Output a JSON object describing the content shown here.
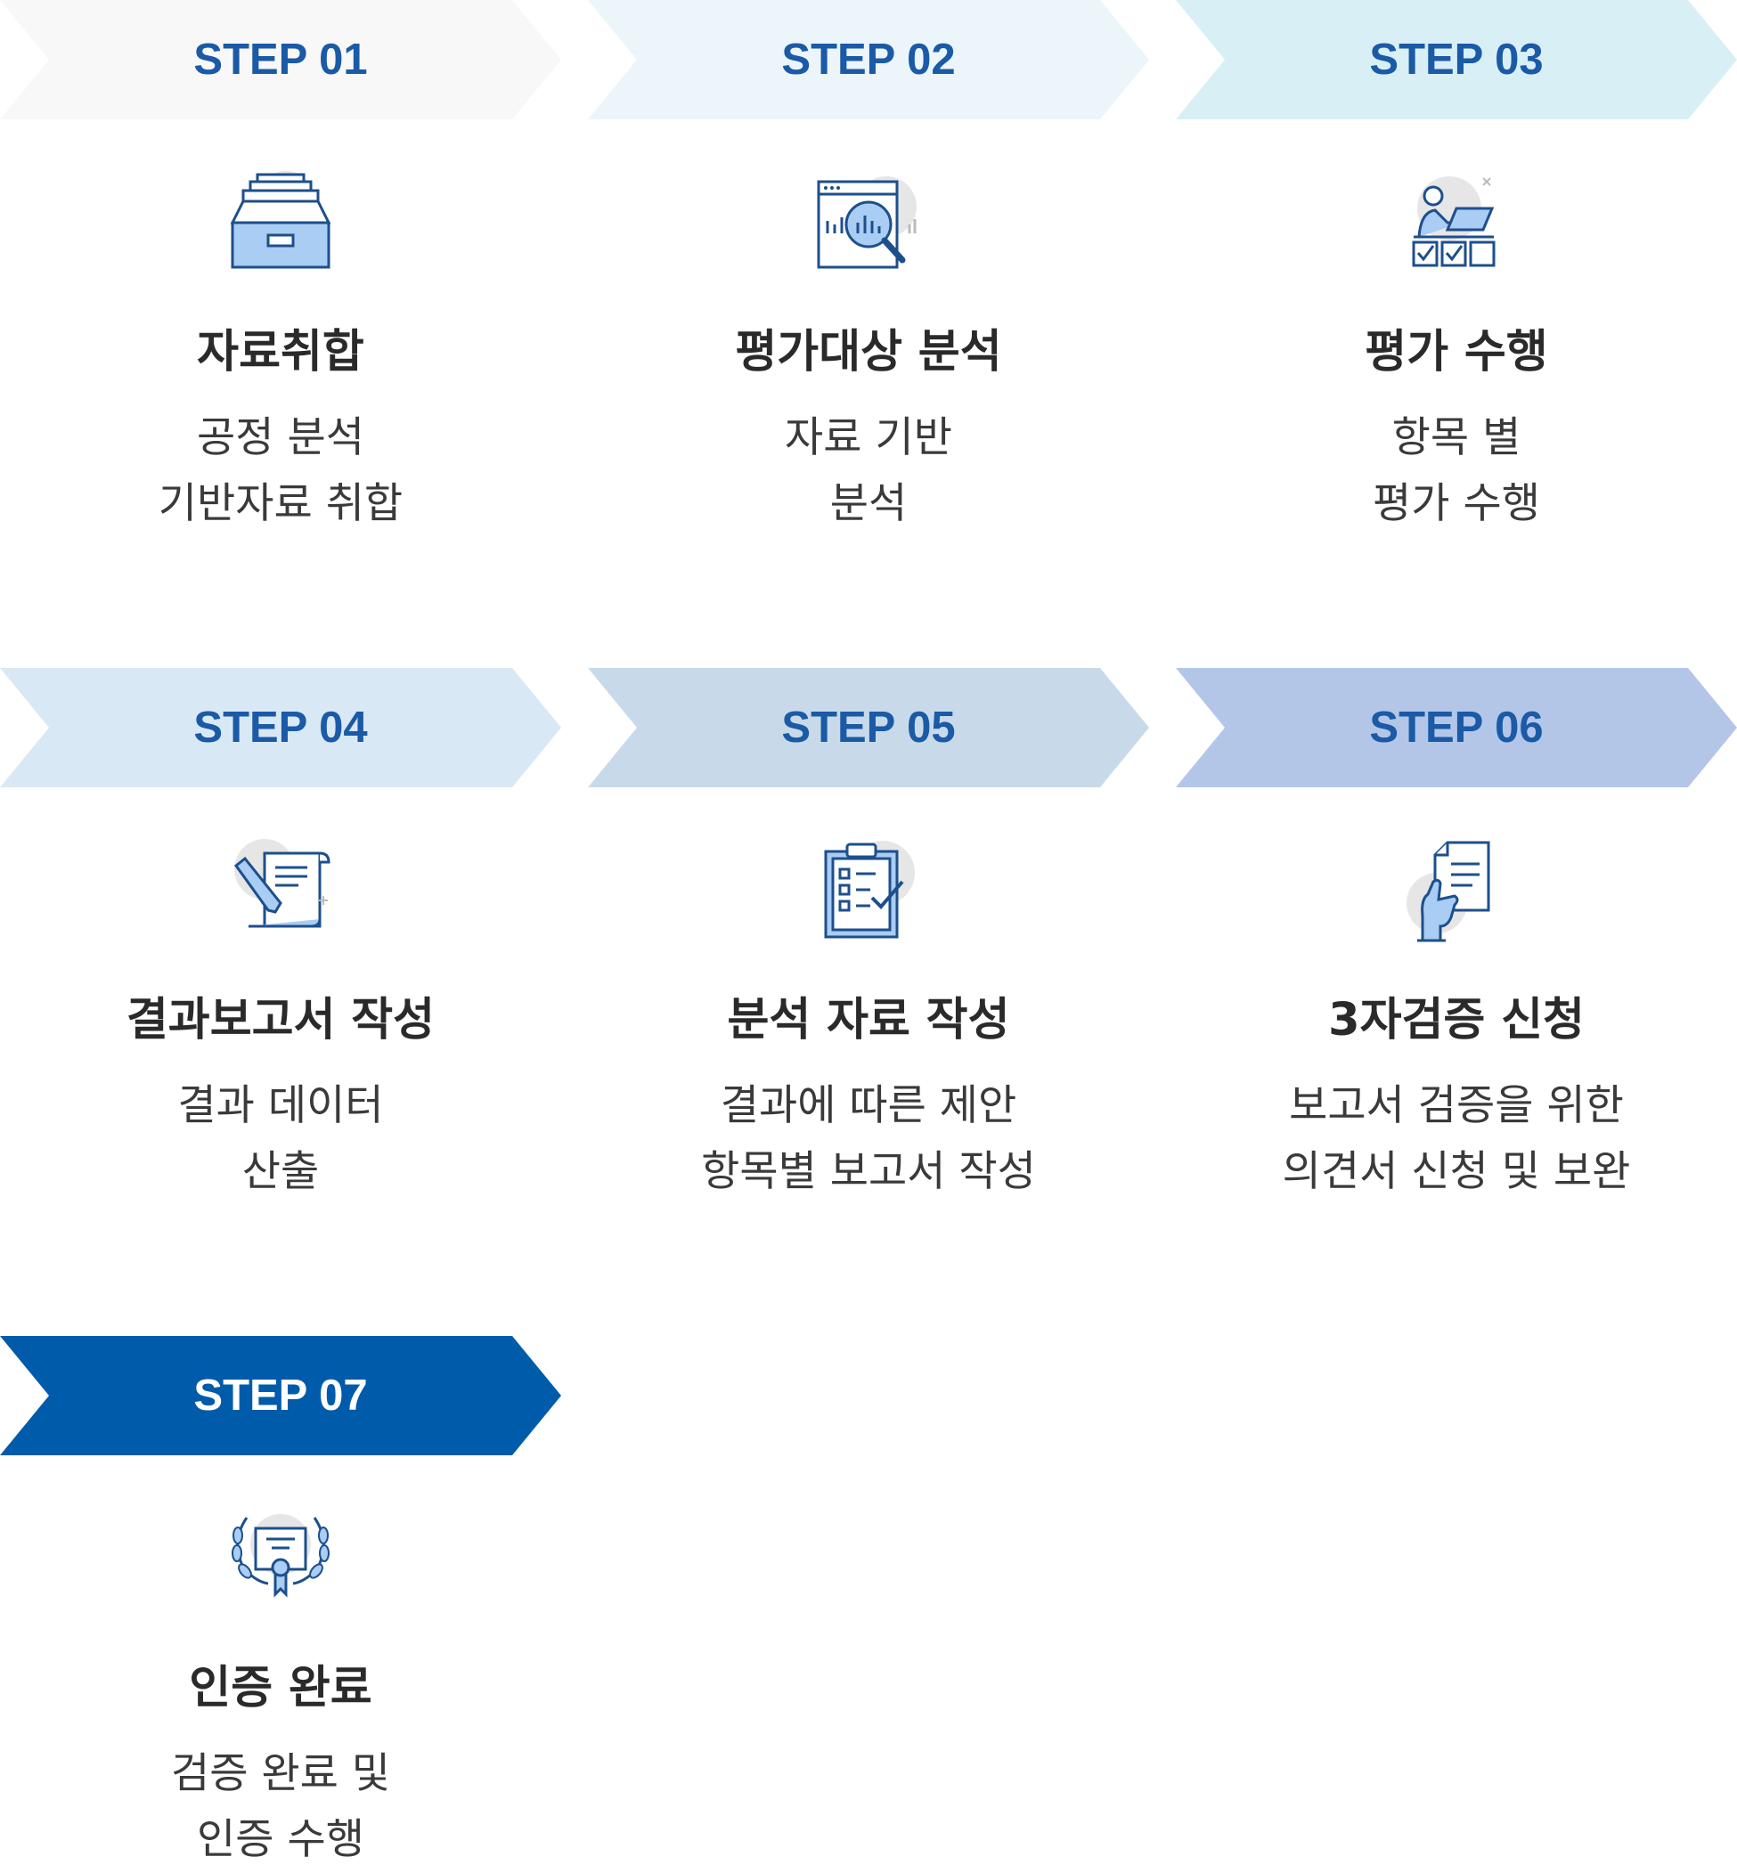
{
  "steps": [
    {
      "label": "STEP 01",
      "title": "자료취합",
      "lines": [
        "공정 분석",
        "기반자료 취합"
      ],
      "color": "#f8f8f8",
      "icon": "file-drawer-icon"
    },
    {
      "label": "STEP 02",
      "title": "평가대상 분석",
      "lines": [
        "자료 기반",
        "분석"
      ],
      "color": "#ecf5f9",
      "icon": "magnify-chart-icon"
    },
    {
      "label": "STEP 03",
      "title": "평가 수행",
      "lines": [
        "항목 별",
        "평가 수행"
      ],
      "color": "#d9eff6",
      "icon": "person-checklist-icon"
    },
    {
      "label": "STEP 04",
      "title": "결과보고서 작성",
      "lines": [
        "결과 데이터",
        "산출"
      ],
      "color": "#d9e8f5",
      "icon": "scroll-pen-icon"
    },
    {
      "label": "STEP 05",
      "title": "분석 자료 작성",
      "lines": [
        "결과에 따른 제안",
        "항목별 보고서 작성"
      ],
      "color": "#c8dae9",
      "icon": "clipboard-check-icon"
    },
    {
      "label": "STEP 06",
      "title": "3자검증 신청",
      "lines": [
        "보고서 검증을 위한",
        "의견서 신청 및 보완"
      ],
      "color": "#b3c6e8",
      "icon": "hand-document-icon"
    },
    {
      "label": "STEP 07",
      "title": "인증 완료",
      "lines": [
        "검증 완료 및",
        "인증 수행"
      ],
      "color": "#005baa",
      "icon": "certificate-laurel-icon"
    }
  ]
}
